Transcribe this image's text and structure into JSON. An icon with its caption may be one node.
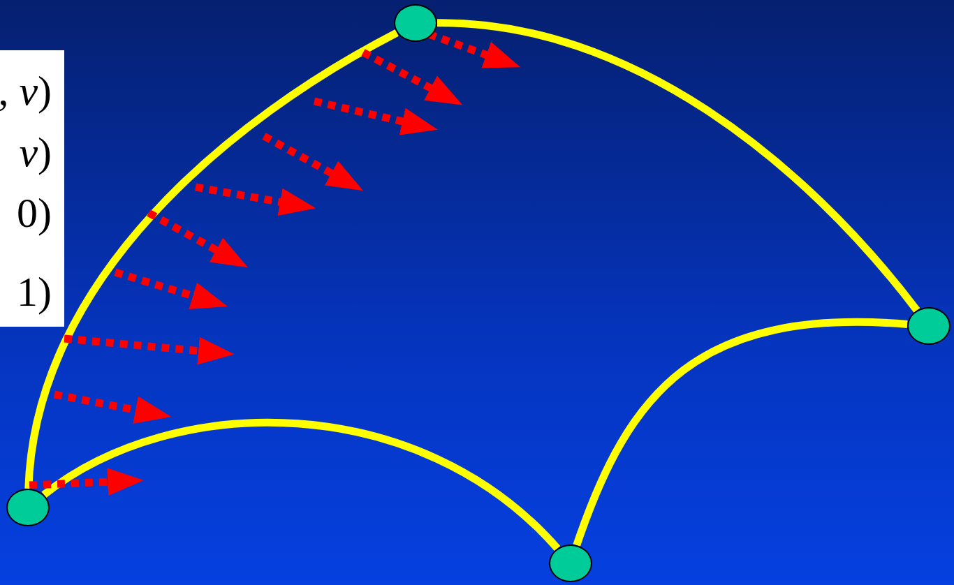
{
  "diagram": {
    "nodes": [
      {
        "text": [],
        "shape": "circle"
      },
      {
        "text": [],
        "shape": "circle"
      },
      {
        "text": [],
        "shape": "circle"
      },
      {
        "text": [],
        "shape": "circle"
      }
    ],
    "edges": [
      {
        "from": 0,
        "to": 1,
        "arrow": "none"
      },
      {
        "from": 1,
        "to": 3,
        "arrow": "none"
      },
      {
        "from": 3,
        "to": 2,
        "arrow": "none"
      },
      {
        "from": 0,
        "to": 2,
        "arrow": "none"
      }
    ],
    "labels": [
      ", *v*)",
      "*v*)",
      "0)",
      "1)"
    ]
  }
}
